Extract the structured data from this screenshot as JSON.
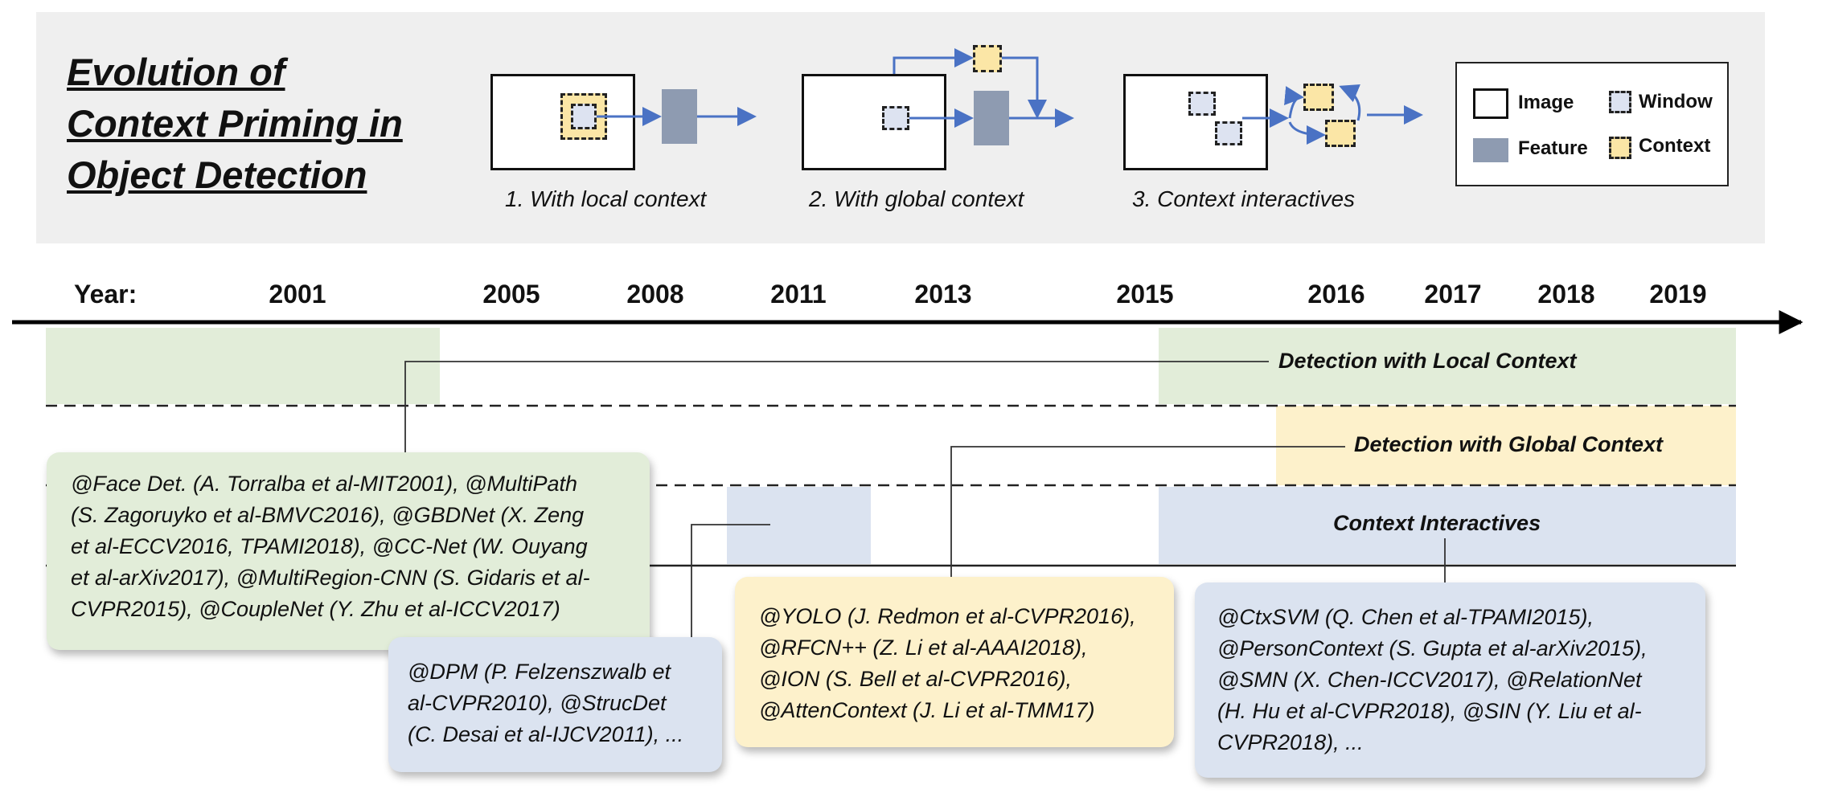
{
  "title": {
    "lines": [
      "Evolution of",
      "Context Priming in",
      "Object Detection"
    ]
  },
  "diagram_captions": {
    "local": "1. With local context",
    "global": "2. With global context",
    "interactive": "3. Context interactives"
  },
  "legend": {
    "image": "Image",
    "window": "Window",
    "feature": "Feature",
    "context": "Context"
  },
  "timeline": {
    "label": "Year:",
    "years": [
      "2001",
      "2005",
      "2008",
      "2011",
      "2013",
      "2015",
      "2016",
      "2017",
      "2018",
      "2019"
    ]
  },
  "bands": {
    "local": "Detection with Local Context",
    "global": "Detection with Global Context",
    "interactive": "Context Interactives"
  },
  "references": {
    "local": [
      "@Face Det. (A. Torralba et al-MIT2001), @MultiPath",
      "(S. Zagoruyko et al-BMVC2016), @GBDNet (X. Zeng",
      "et al-ECCV2016, TPAMI2018), @CC-Net (W. Ouyang",
      "et al-arXiv2017), @MultiRegion-CNN (S. Gidaris et al-",
      "CVPR2015), @CoupleNet (Y. Zhu et al-ICCV2017)"
    ],
    "dpm": [
      "@DPM (P. Felzenszwalb et",
      "al-CVPR2010), @StrucDet",
      "(C. Desai et al-IJCV2011), ..."
    ],
    "global": [
      "@YOLO (J. Redmon et al-CVPR2016),",
      "@RFCN++ (Z. Li et al-AAAI2018),",
      "@ION (S. Bell et al-CVPR2016),",
      "@AttenContext (J. Li et al-TMM17)"
    ],
    "interactive": [
      "@CtxSVM (Q. Chen et al-TPAMI2015),",
      "@PersonContext (S. Gupta et al-arXiv2015),",
      "@SMN (X. Chen-ICCV2017), @RelationNet",
      "(H. Hu et al-CVPR2018), @SIN (Y. Liu et al-",
      "CVPR2018), ..."
    ]
  },
  "colors": {
    "local_band": "#e2edd9",
    "global_band": "#fdf1cb",
    "interactive_band": "#dbe3f0",
    "feature": "#8e9bb1",
    "window": "#dde3f1",
    "context": "#fbe6a6",
    "arrow": "#4a72c4"
  },
  "icons": [
    "image-box-icon",
    "window-box-icon",
    "feature-box-icon",
    "context-box-icon",
    "timeline-arrow-icon"
  ]
}
